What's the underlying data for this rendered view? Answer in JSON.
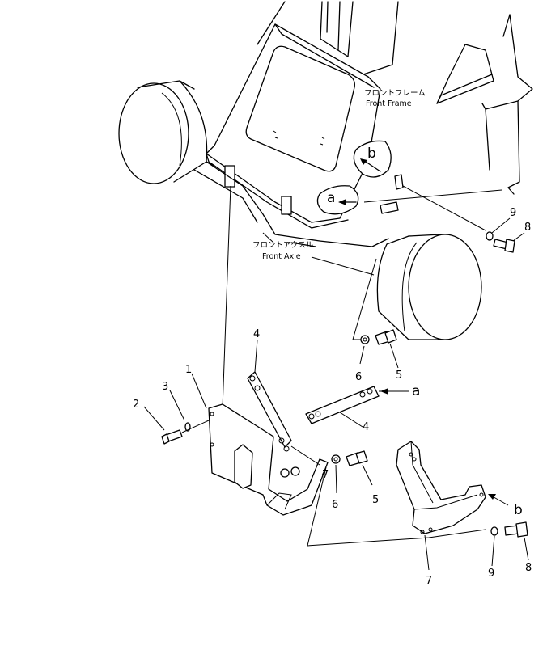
{
  "labels": {
    "front_frame_jp": "フロントフレーム",
    "front_frame_en": "Front Frame",
    "front_axle_jp": "フロントアクスル",
    "front_axle_en": "Front Axle"
  },
  "ref_markers": {
    "a_top": "a",
    "b_top": "b",
    "a_side": "a",
    "b_side": "b"
  },
  "part_numbers": {
    "p1": "1",
    "p2": "2",
    "p3": "3",
    "p4_upper": "4",
    "p4_lower": "4",
    "p5_upper": "5",
    "p5_lower": "5",
    "p6_upper": "6",
    "p6_lower": "6",
    "p7_upper": "7",
    "p7_lower": "7",
    "p8_upper": "8",
    "p8_lower": "8",
    "p9_upper": "9",
    "p9_lower": "9"
  }
}
